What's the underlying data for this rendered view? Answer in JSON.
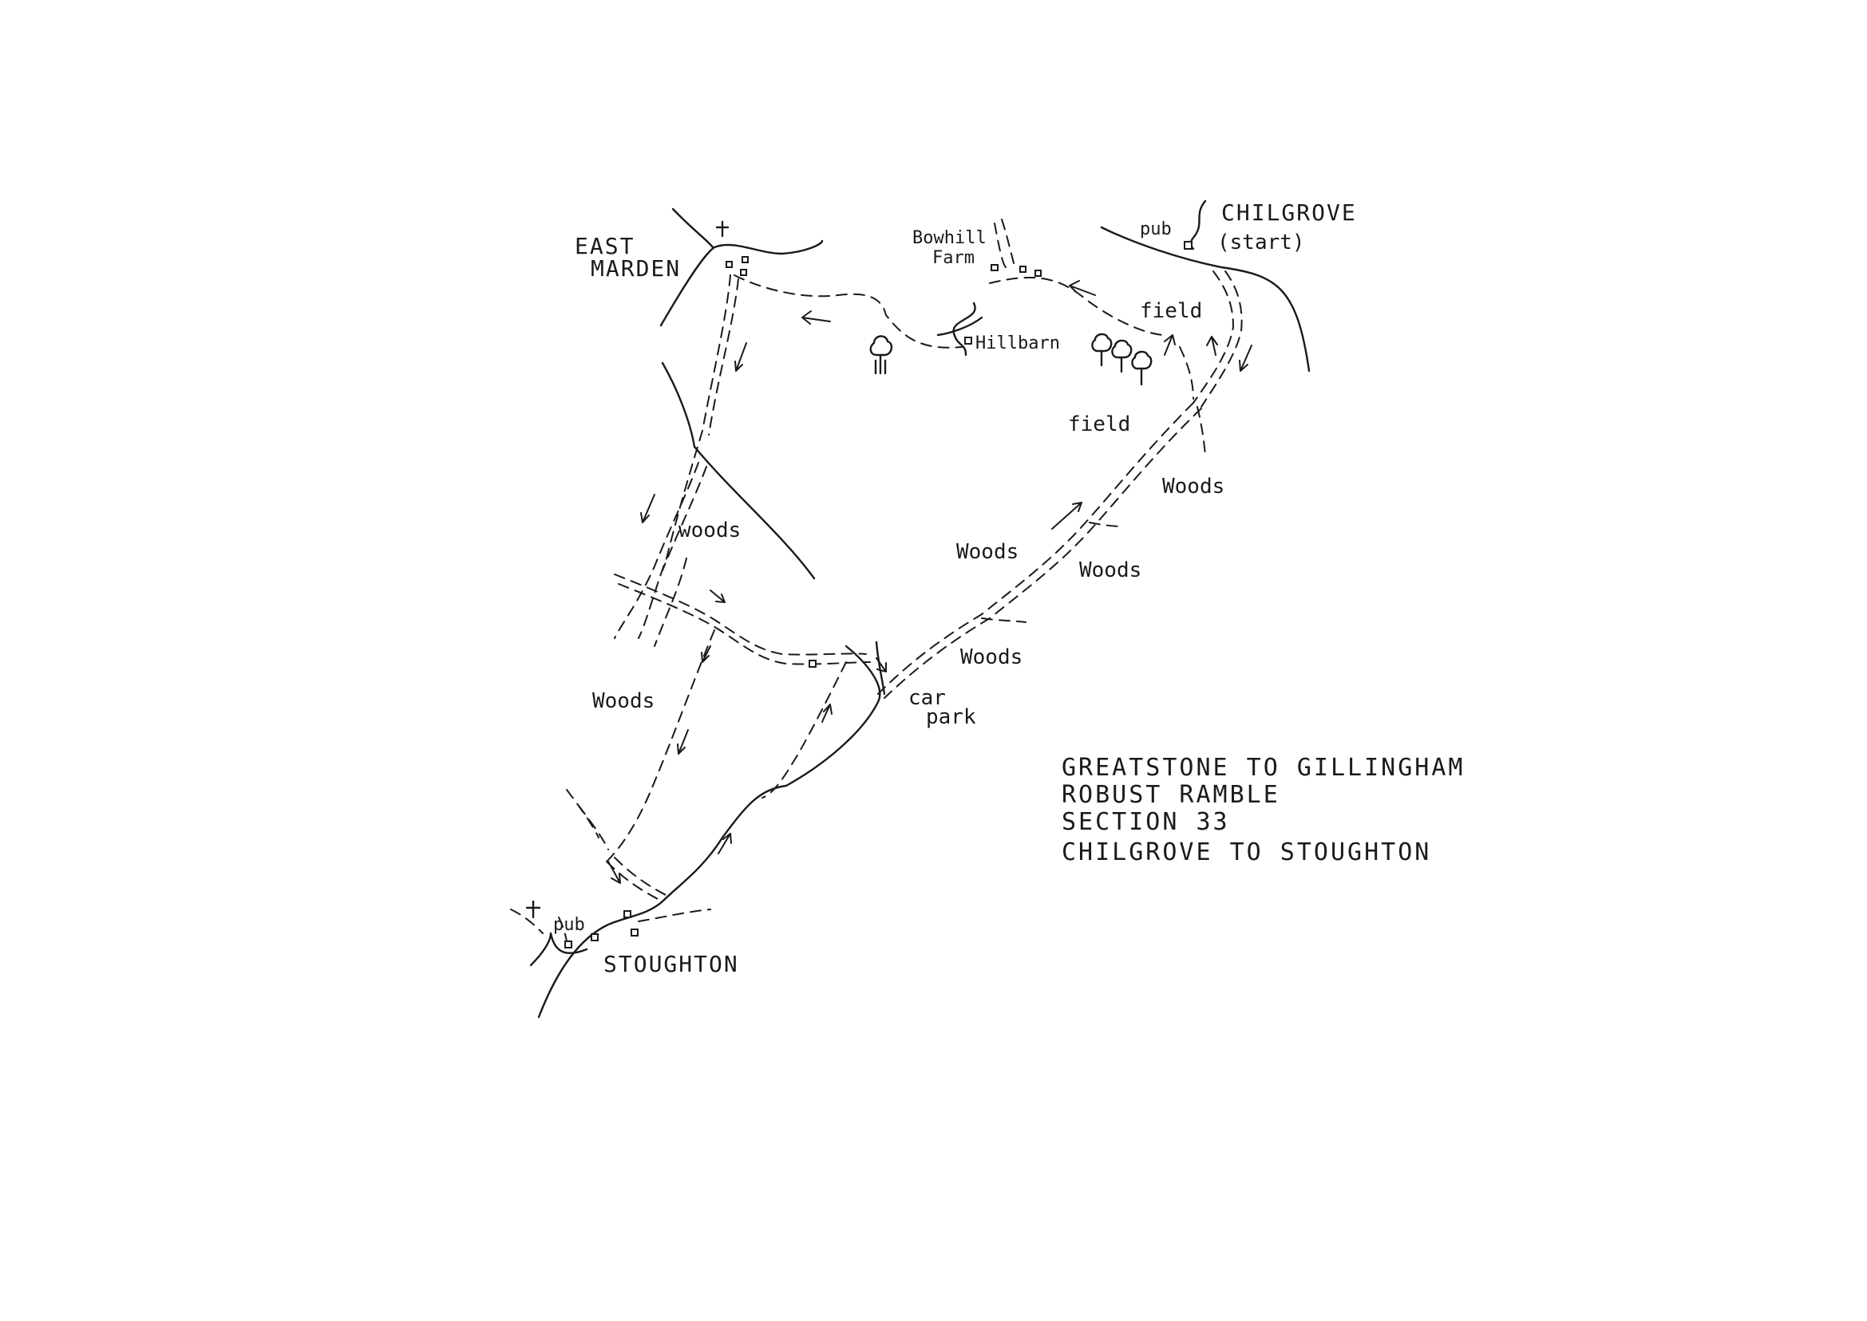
{
  "places": {
    "east_marden_1": "EAST",
    "east_marden_2": "MARDEN",
    "bowhill_1": "Bowhill",
    "bowhill_2": "Farm",
    "hillbarn": "Hillbarn",
    "chilgrove": "CHILGROVE",
    "chilgrove_start": "(start)",
    "stoughton": "STOUGHTON"
  },
  "features": {
    "pub_chilgrove": "pub",
    "pub_stoughton": "pub",
    "field_1": "field",
    "field_2": "field",
    "woods_1": "woods",
    "woods_2": "Woods",
    "woods_3": "Woods",
    "woods_4": "Woods",
    "woods_5": "Woods",
    "woods_6": "Woods",
    "car_park_1": "car",
    "car_park_2": "park"
  },
  "title_block": {
    "line1": "GREATSTONE TO GILLINGHAM",
    "line2": "ROBUST RAMBLE",
    "line3": "SECTION 33",
    "line4": "CHILGROVE TO STOUGHTON"
  },
  "icons": [
    "church-cross-icon",
    "tree-icon",
    "building-icon",
    "direction-arrow-icon"
  ]
}
